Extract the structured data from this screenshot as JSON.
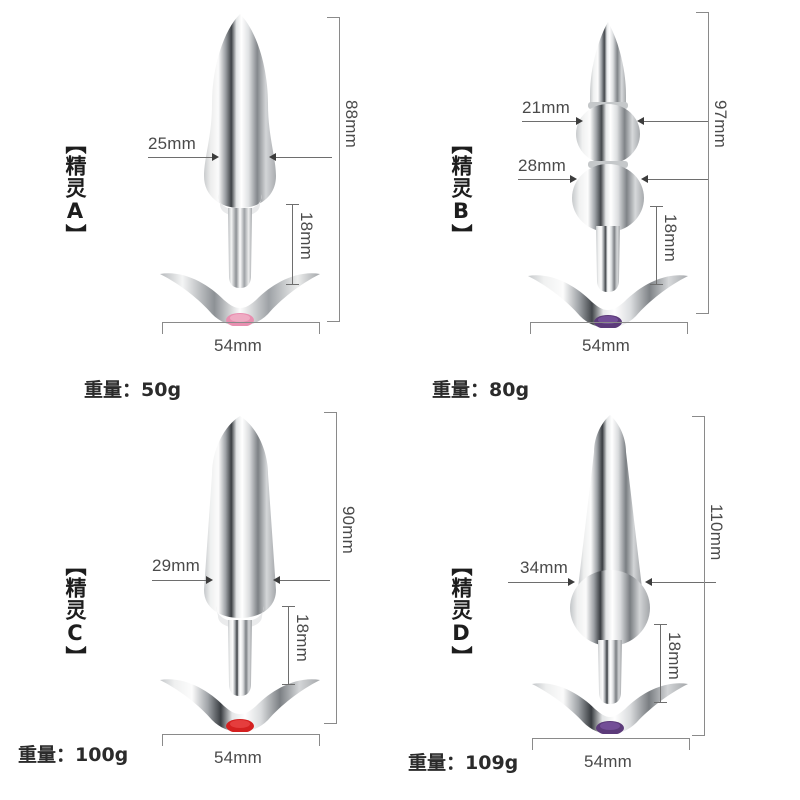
{
  "page": {
    "background": "#ffffff",
    "line_color": "#6e6e6e",
    "text_color": "#3a3a3a"
  },
  "products": [
    {
      "id": "A",
      "series_label": "【精灵A】",
      "weight_label": "重量：50g",
      "height_label": "88mm",
      "width_label": "54mm",
      "neck_label": "18mm",
      "diameter_labels": [
        "25mm"
      ],
      "gem_color": "#e88fb0",
      "shape": "teardrop-bulb"
    },
    {
      "id": "B",
      "series_label": "【精灵B】",
      "weight_label": "重量：80g",
      "height_label": "97mm",
      "width_label": "54mm",
      "neck_label": "18mm",
      "diameter_labels": [
        "21mm",
        "28mm"
      ],
      "gem_color": "#5c3b7a",
      "shape": "double-bead"
    },
    {
      "id": "C",
      "series_label": "【精灵C】",
      "weight_label": "重量：100g",
      "height_label": "90mm",
      "width_label": "54mm",
      "neck_label": "18mm",
      "diameter_labels": [
        "29mm"
      ],
      "gem_color": "#d42020",
      "shape": "cone-taper"
    },
    {
      "id": "D",
      "series_label": "【精灵D】",
      "weight_label": "重量：109g",
      "height_label": "110mm",
      "width_label": "54mm",
      "neck_label": "18mm",
      "diameter_labels": [
        "34mm"
      ],
      "gem_color": "#5c3b7a",
      "shape": "long-cone-ball"
    }
  ]
}
